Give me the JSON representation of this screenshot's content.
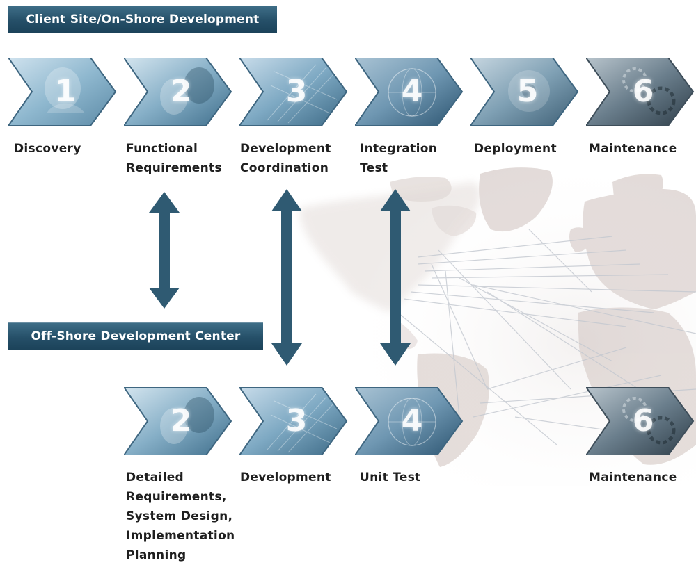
{
  "banners": {
    "onshore": "Client Site/On-Shore Development",
    "offshore": "Off-Shore Development Center"
  },
  "top_row": [
    {
      "number": "1",
      "label_lines": [
        "Discovery"
      ],
      "tone": "#8fb8cf",
      "icon": "person-photo"
    },
    {
      "number": "2",
      "label_lines": [
        "Functional",
        "Requirements"
      ],
      "tone": "#86afc7",
      "icon": "person-photo"
    },
    {
      "number": "3",
      "label_lines": [
        "Development",
        "Coordination"
      ],
      "tone": "#7ea9c3",
      "icon": "grid-photo"
    },
    {
      "number": "4",
      "label_lines": [
        "Integration",
        "Test"
      ],
      "tone": "#6f97b2",
      "icon": "globe-photo"
    },
    {
      "number": "5",
      "label_lines": [
        "Deployment"
      ],
      "tone": "#7fa0b4",
      "icon": "disc-photo"
    },
    {
      "number": "6",
      "label_lines": [
        "Maintenance"
      ],
      "tone": "#6a7e8c",
      "icon": "gears-photo"
    }
  ],
  "bottom_row": [
    {
      "number": "2",
      "label_lines": [
        "Detailed",
        "Requirements,",
        "System Design,",
        "Implementation",
        "Planning"
      ],
      "tone": "#86afc7",
      "icon": "person-photo"
    },
    {
      "number": "3",
      "label_lines": [
        "Development"
      ],
      "tone": "#7ea9c3",
      "icon": "grid-photo"
    },
    {
      "number": "4",
      "label_lines": [
        "Unit Test"
      ],
      "tone": "#6f97b2",
      "icon": "globe-photo"
    },
    {
      "number": "6",
      "label_lines": [
        "Maintenance"
      ],
      "tone": "#6a7e8c",
      "icon": "gears-photo"
    }
  ],
  "colors": {
    "banner": "#254f68",
    "arrow": "#2f5a72",
    "map": "#e2dbd8",
    "text": "#1f1f1f"
  },
  "connectors": [
    {
      "from": "Functional Requirements",
      "to": "Off-Shore Development Center",
      "icon": "double-arrow-icon"
    },
    {
      "from": "Development Coordination",
      "to": "Development",
      "icon": "double-arrow-icon"
    },
    {
      "from": "Integration Test",
      "to": "Unit Test",
      "icon": "double-arrow-icon"
    }
  ]
}
